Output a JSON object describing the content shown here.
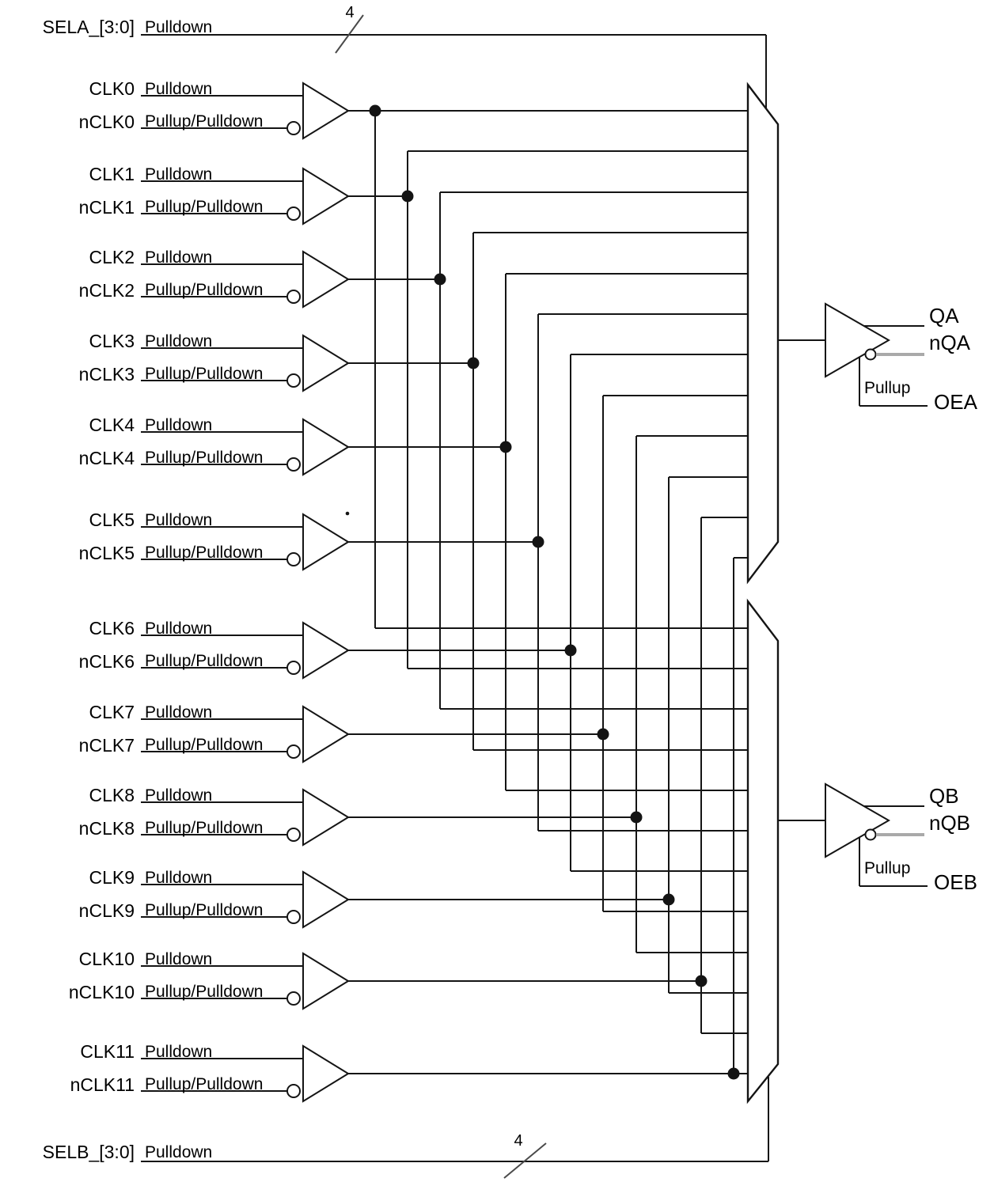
{
  "diagram": {
    "sel_a": {
      "label": "SELA_[3:0]",
      "pull": "Pulldown",
      "bus_width": "4"
    },
    "sel_b": {
      "label": "SELB_[3:0]",
      "pull": "Pulldown",
      "bus_width": "4"
    },
    "channels": [
      {
        "clk": "CLK0",
        "nclk": "nCLK0",
        "clk_pull": "Pulldown",
        "nclk_pull": "Pullup/Pulldown"
      },
      {
        "clk": "CLK1",
        "nclk": "nCLK1",
        "clk_pull": "Pulldown",
        "nclk_pull": "Pullup/Pulldown"
      },
      {
        "clk": "CLK2",
        "nclk": "nCLK2",
        "clk_pull": "Pulldown",
        "nclk_pull": "Pullup/Pulldown"
      },
      {
        "clk": "CLK3",
        "nclk": "nCLK3",
        "clk_pull": "Pulldown",
        "nclk_pull": "Pullup/Pulldown"
      },
      {
        "clk": "CLK4",
        "nclk": "nCLK4",
        "clk_pull": "Pulldown",
        "nclk_pull": "Pullup/Pulldown"
      },
      {
        "clk": "CLK5",
        "nclk": "nCLK5",
        "clk_pull": "Pulldown",
        "nclk_pull": "Pullup/Pulldown"
      },
      {
        "clk": "CLK6",
        "nclk": "nCLK6",
        "clk_pull": "Pulldown",
        "nclk_pull": "Pullup/Pulldown"
      },
      {
        "clk": "CLK7",
        "nclk": "nCLK7",
        "clk_pull": "Pulldown",
        "nclk_pull": "Pullup/Pulldown"
      },
      {
        "clk": "CLK8",
        "nclk": "nCLK8",
        "clk_pull": "Pulldown",
        "nclk_pull": "Pullup/Pulldown"
      },
      {
        "clk": "CLK9",
        "nclk": "nCLK9",
        "clk_pull": "Pulldown",
        "nclk_pull": "Pullup/Pulldown"
      },
      {
        "clk": "CLK10",
        "nclk": "nCLK10",
        "clk_pull": "Pulldown",
        "nclk_pull": "Pullup/Pulldown"
      },
      {
        "clk": "CLK11",
        "nclk": "nCLK11",
        "clk_pull": "Pulldown",
        "nclk_pull": "Pullup/Pulldown"
      }
    ],
    "outputs": {
      "a": {
        "q": "QA",
        "nq": "nQA",
        "oe": "OEA",
        "oe_pull": "Pullup"
      },
      "b": {
        "q": "QB",
        "nq": "nQB",
        "oe": "OEB",
        "oe_pull": "Pullup"
      }
    },
    "colors": {
      "wire": "#141414",
      "nq_wire": "#a9a9a9",
      "text": "#000000",
      "background": "#ffffff"
    }
  }
}
